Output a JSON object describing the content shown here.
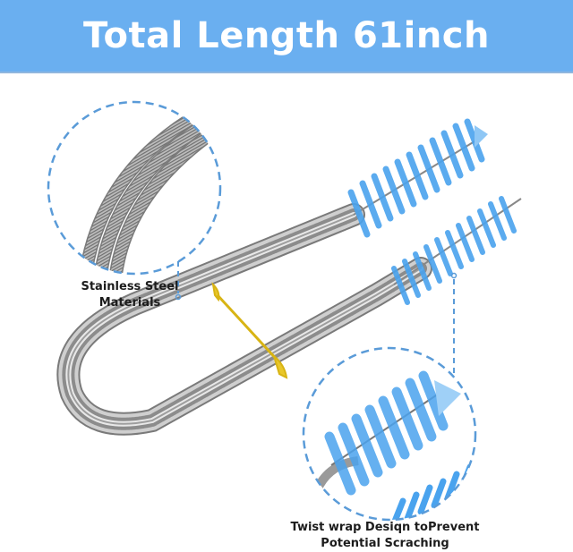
{
  "banner": {
    "title": "Total Length 61inch",
    "background": "#6aaff0",
    "text_color": "#ffffff"
  },
  "callouts": [
    {
      "id": "stainless-steel",
      "line1": "Stainless Steel",
      "line2": "Materials",
      "detail": "closeup of coiled stainless steel spring shaft"
    },
    {
      "id": "twist-wrap",
      "line1": "Twist wrap Desiqn toPrevent",
      "line2": "Potential Scraching",
      "detail": "closeup of blue nylon bristle brush head"
    }
  ],
  "product": {
    "description": "Double-ended flexible pipe cleaning brush with stainless steel spring hose and blue bristle heads",
    "brush_color": "#4aa3ee",
    "steel_color": "#a8a8a8",
    "tie_color": "#e2c020",
    "callout_line_color": "#5a9bd8"
  }
}
